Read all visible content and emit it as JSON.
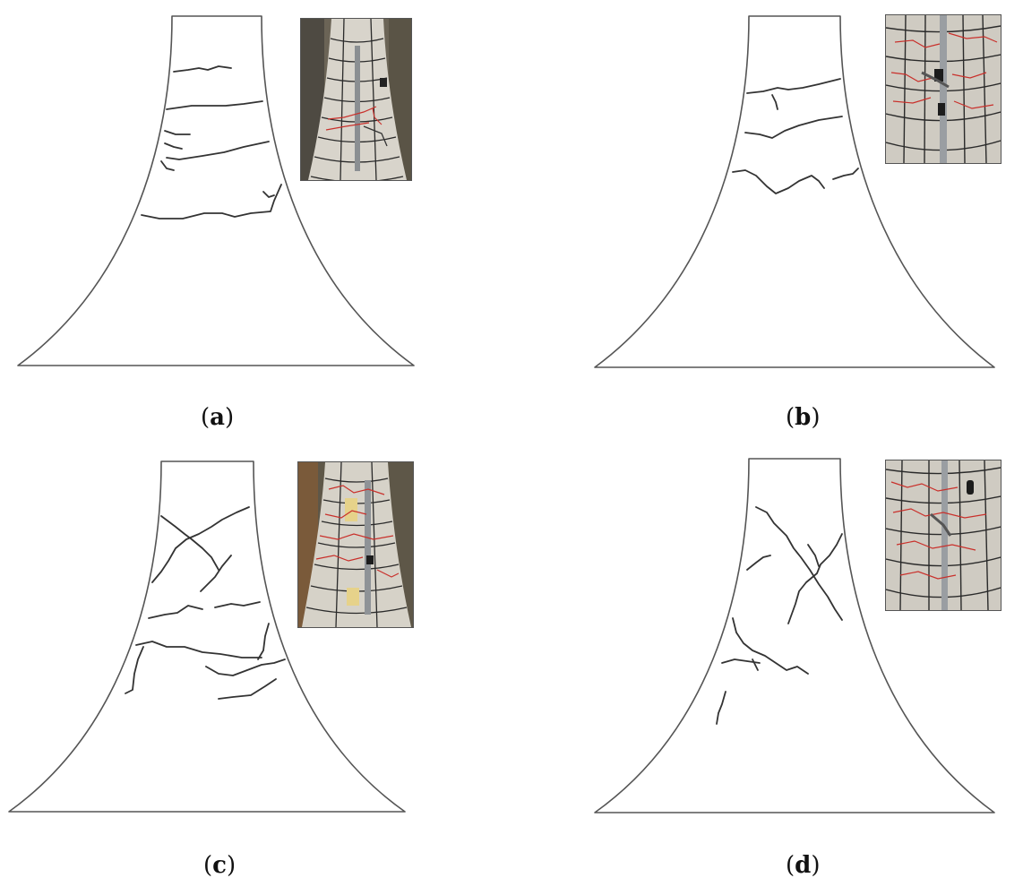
{
  "panels": [
    {
      "id": "a",
      "caption_open": "(",
      "caption_letter": "a",
      "caption_close": ")"
    },
    {
      "id": "b",
      "caption_open": "(",
      "caption_letter": "b",
      "caption_close": ")"
    },
    {
      "id": "c",
      "caption_open": "(",
      "caption_letter": "c",
      "caption_close": ")"
    },
    {
      "id": "d",
      "caption_open": "(",
      "caption_letter": "d",
      "caption_close": ")"
    }
  ],
  "colors": {
    "outline": "#555555",
    "crack": "#333333",
    "photo_concrete": "#d9d5cc",
    "photo_grid": "#2a2a2a",
    "photo_crack_marker": "#d0302a"
  },
  "icons": {
    "photo": "specimen-photo-icon"
  }
}
